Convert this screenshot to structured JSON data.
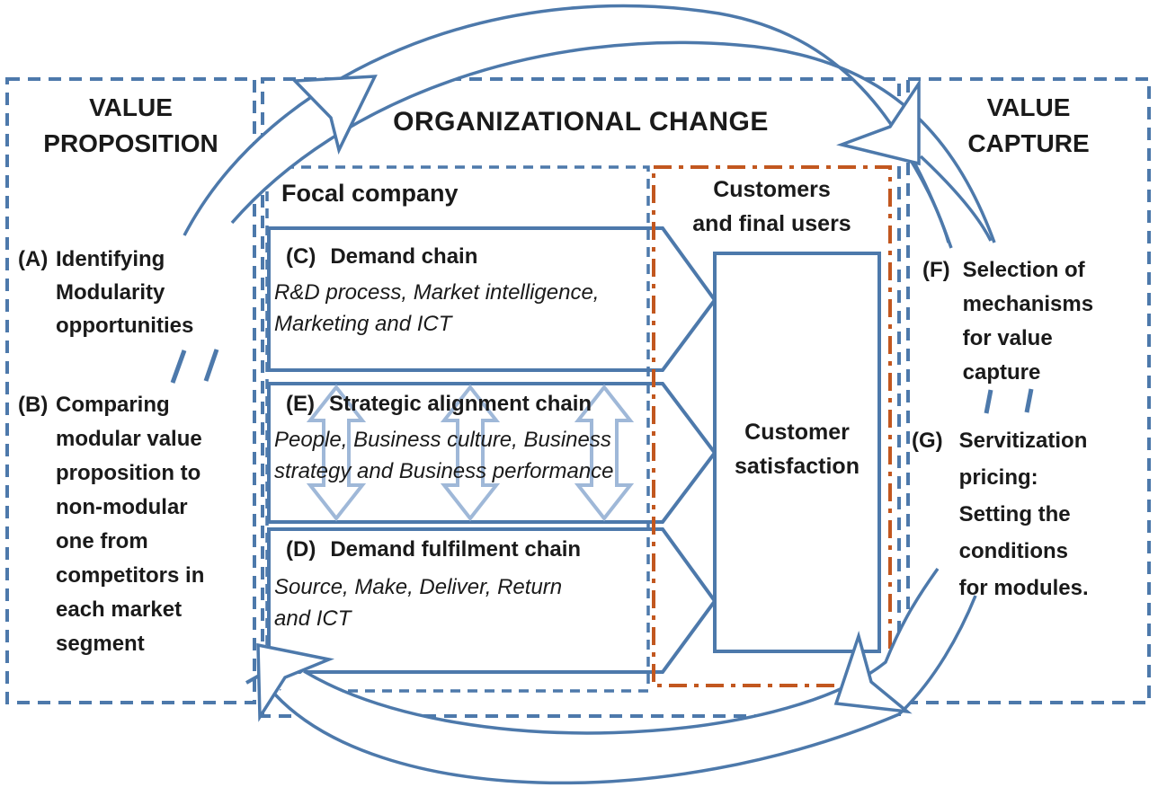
{
  "colors": {
    "line_blue": "#4d79ab",
    "arrow_light_blue": "#9fb8d8",
    "orange": "#c2571f",
    "text": "#1a1a1a"
  },
  "left_panel": {
    "title": "VALUE\nPROPOSITION",
    "item_a": {
      "label": "(A)",
      "text": "Identifying\nModularity\nopportunities"
    },
    "item_b": {
      "label": "(B)",
      "text": "Comparing\nmodular value\nproposition to\nnon-modular\none from\ncompetitors in\neach market\nsegment"
    }
  },
  "center_panel": {
    "title": "ORGANIZATIONAL CHANGE",
    "focal_label": "Focal company",
    "chains": {
      "c": {
        "label": "(C)",
        "title": "Demand chain",
        "subtitle": "R&D process, Market intelligence,\nMarketing and ICT"
      },
      "e": {
        "label": "(E)",
        "title": "Strategic alignment chain",
        "subtitle": "People, Business culture, Business\nstrategy and Business performance"
      },
      "d": {
        "label": "(D)",
        "title": "Demand fulfilment chain",
        "subtitle": "Source, Make, Deliver, Return\nand ICT"
      }
    }
  },
  "customers_panel": {
    "header": "Customers\nand final users",
    "satisfaction": "Customer\nsatisfaction"
  },
  "right_panel": {
    "title": "VALUE\nCAPTURE",
    "item_f": {
      "label": "(F)",
      "text": "Selection of\nmechanisms\nfor value\ncapture"
    },
    "item_g": {
      "label": "(G)",
      "text": "Servitization\npricing:\nSetting the\nconditions\nfor modules."
    }
  }
}
